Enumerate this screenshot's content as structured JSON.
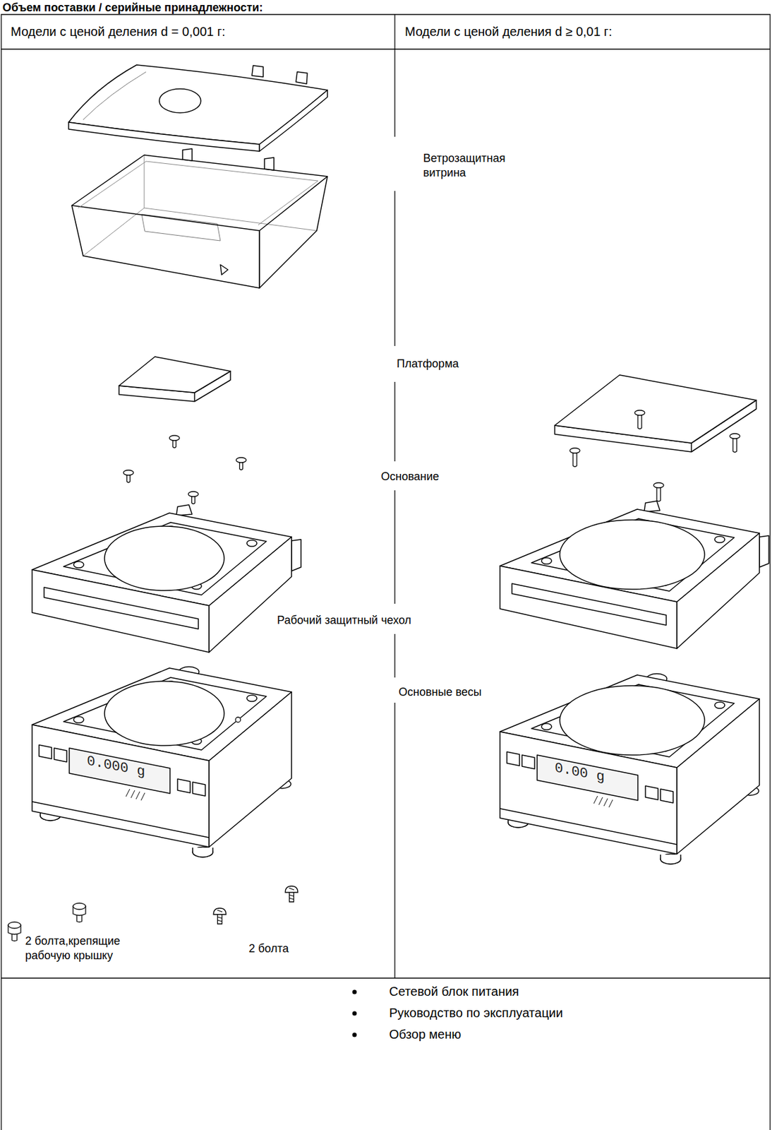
{
  "diagram": {
    "title": "Объем поставки / серийные принадлежности:",
    "labels": [
      "Модели с ценой деления d = 0,001 г:",
      "Модели с ценой деления d ≥ 0,01 г:",
      "Ветрозащитная витрина",
      "Платформа",
      "Основание",
      "Рабочий защитный чехол",
      "Основные весы",
      "0.000 g",
      "0.00 g",
      "2 болта,крепящие рабочую крышку",
      "2 болта",
      "Сетевой блок питания",
      "Руководство по эксплуатации",
      "Обзор меню"
    ]
  }
}
